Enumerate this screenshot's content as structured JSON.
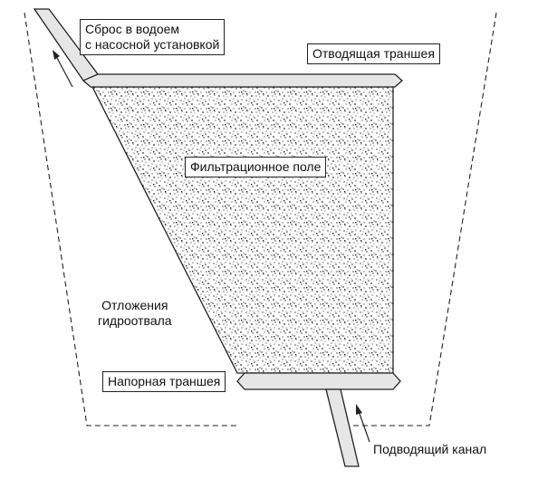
{
  "labels": {
    "discharge_line1": "Сброс в водоем",
    "discharge_line2": "с насосной установкой",
    "outlet_trench": "Отводящая траншея",
    "filtration_field": "Фильтрационное поле",
    "deposits_line1": "Отложения",
    "deposits_line2": "гидроотвала",
    "pressure_trench": "Напорная траншея",
    "supply_canal": "Подводящий канал"
  },
  "colors": {
    "stroke": "#222222",
    "trench_fill": "#e6e6e6",
    "field_background": "#ffffff",
    "field_speckle": "#333333"
  },
  "icons": {
    "discharge_arrow": "arrow-up-left-icon",
    "supply_arrow": "arrow-up-icon"
  }
}
